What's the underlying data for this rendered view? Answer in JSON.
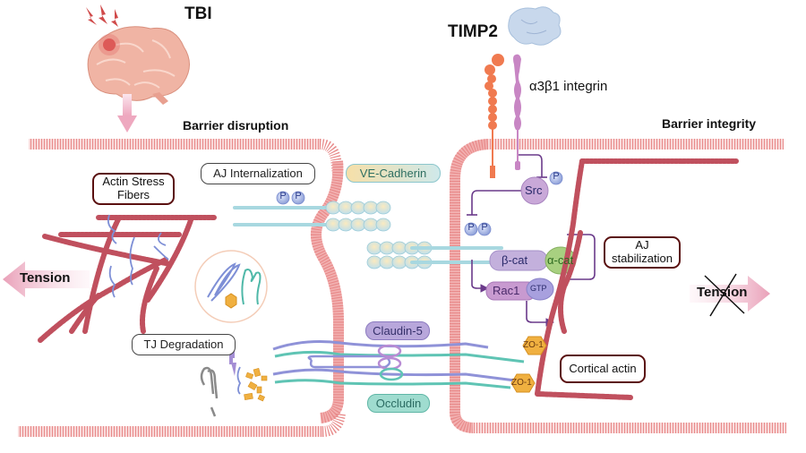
{
  "titles": {
    "tbi": "TBI",
    "timp2": "TIMP2",
    "integrin": "α3β1 integrin"
  },
  "sections": {
    "left": "Barrier disruption",
    "right": "Barrier integrity"
  },
  "labels": {
    "actin_stress_fibers_line1": "Actin Stress",
    "actin_stress_fibers_line2": "Fibers",
    "aj_internalization": "AJ Internalization",
    "tj_degradation": "TJ Degradation",
    "ve_cadherin": "VE-Cadherin",
    "claudin5": "Claudin-5",
    "occludin": "Occludin",
    "aj_stabilization_line1": "AJ",
    "aj_stabilization_line2": "stabilization",
    "cortical_actin": "Cortical actin",
    "tension_left": "Tension",
    "tension_right": "Tension"
  },
  "molecules": {
    "src": "Src",
    "phospho": "P",
    "beta_cat": "β-cat",
    "alpha_cat": "α-cat",
    "rac1": "Rac1",
    "gtp": "GTP",
    "zo1": "ZO-1"
  },
  "colors": {
    "membrane": "#e88a8a",
    "actin": "#c0505e",
    "dark_box_border": "#5a1010",
    "pathway_line": "#6a3a8a",
    "integrin_alpha": "#f07a50",
    "integrin_beta": "#c886c4",
    "arrow_pink": "#f2b6c9"
  }
}
